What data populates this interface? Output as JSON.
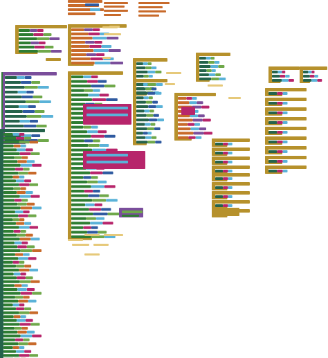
{
  "workspace": {
    "title": "",
    "palette": {
      "control": "#B6912C",
      "procedure": "#7A4E9B",
      "math": "#2F5AA0",
      "text": "#B7256B",
      "variable": "#C86A2A",
      "component_set": "#2E7D32",
      "component_get": "#5AB2D8",
      "logic": "#6FA84A",
      "list": "#5A86C5",
      "dark_green": "#25634B",
      "note": "#E6C97A"
    },
    "block_groups": [
      "top-event-cluster",
      "left-column-procedures",
      "left-event-list",
      "center-main-procedure",
      "center-right-procedures",
      "right-column-events",
      "far-right-events",
      "floating-notes"
    ]
  }
}
